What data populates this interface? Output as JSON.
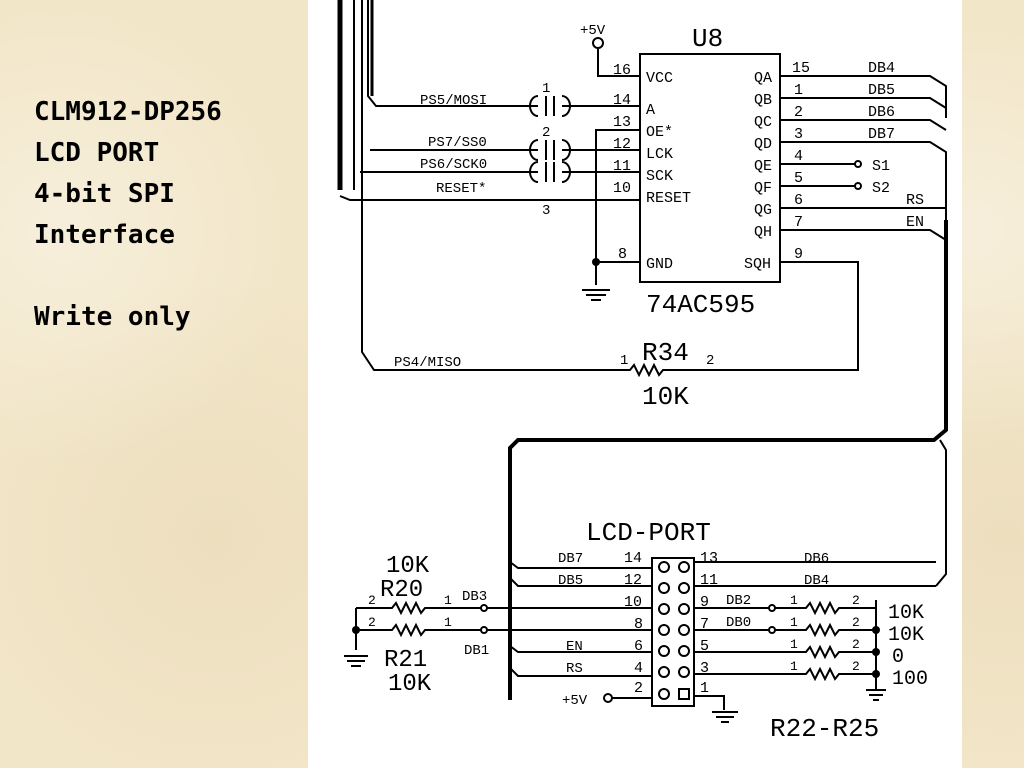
{
  "notes": {
    "line1": "CLM912-DP256",
    "line2": "LCD PORT",
    "line3": "4-bit SPI",
    "line4": "Interface",
    "line5": "Write only"
  },
  "schematic": {
    "u8": {
      "ref": "U8",
      "part": "74AC595",
      "supply": "+5V",
      "left_pins": [
        {
          "num": "16",
          "name": "VCC"
        },
        {
          "num": "14",
          "name": "A"
        },
        {
          "num": "13",
          "name": "OE*"
        },
        {
          "num": "12",
          "name": "LCK"
        },
        {
          "num": "11",
          "name": "SCK"
        },
        {
          "num": "10",
          "name": "RESET"
        },
        {
          "num": "8",
          "name": "GND"
        }
      ],
      "right_pins": [
        {
          "num": "15",
          "name": "QA",
          "net": "DB4"
        },
        {
          "num": "1",
          "name": "QB",
          "net": "DB5"
        },
        {
          "num": "2",
          "name": "QC",
          "net": "DB6"
        },
        {
          "num": "3",
          "name": "QD",
          "net": "DB7"
        },
        {
          "num": "4",
          "name": "QE",
          "net": "S1"
        },
        {
          "num": "5",
          "name": "QF",
          "net": "S2"
        },
        {
          "num": "6",
          "name": "QG",
          "net": "RS"
        },
        {
          "num": "7",
          "name": "QH",
          "net": "EN"
        },
        {
          "num": "9",
          "name": "SQH",
          "net": ""
        }
      ]
    },
    "inputs": {
      "mosi": "PS5/MOSI",
      "ss": "PS7/SS0",
      "sck": "PS6/SCK0",
      "reset": "RESET*",
      "miso": "PS4/MISO",
      "jumper1": "1",
      "jumper2": "2",
      "jumper3": "3"
    },
    "r34": {
      "ref": "R34",
      "value": "10K",
      "pin1": "1",
      "pin2": "2"
    },
    "lcd_port": {
      "title": "LCD-PORT",
      "left_pins": [
        {
          "num": "14",
          "net": "DB7"
        },
        {
          "num": "12",
          "net": "DB5"
        },
        {
          "num": "10",
          "net": ""
        },
        {
          "num": "8",
          "net": ""
        },
        {
          "num": "6",
          "net": "EN"
        },
        {
          "num": "4",
          "net": "RS"
        },
        {
          "num": "2",
          "net": "+5V"
        }
      ],
      "right_pins": [
        {
          "num": "13",
          "net": "DB6"
        },
        {
          "num": "11",
          "net": "DB4"
        },
        {
          "num": "9",
          "net": "DB2"
        },
        {
          "num": "7",
          "net": "DB0"
        },
        {
          "num": "5",
          "net": ""
        },
        {
          "num": "3",
          "net": ""
        },
        {
          "num": "1",
          "net": ""
        }
      ]
    },
    "r20": {
      "ref": "R20",
      "value": "10K"
    },
    "r21": {
      "ref": "R21",
      "value": "10K"
    },
    "left_nets": {
      "db3": "DB3",
      "db1": "DB1",
      "pin2": "2",
      "pin1": "1"
    },
    "r22_r25": {
      "ref": "R22-R25",
      "values": [
        "10K",
        "10K",
        "0",
        "100"
      ]
    }
  }
}
